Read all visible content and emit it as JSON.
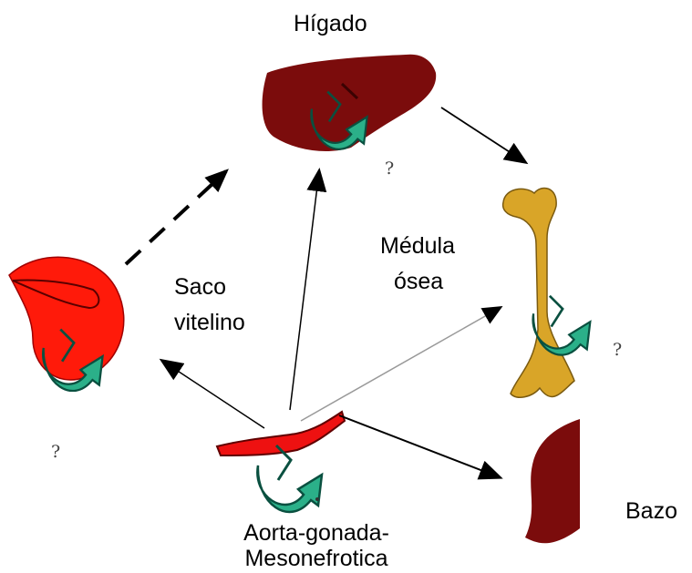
{
  "labels": {
    "liver": "Hígado",
    "yolk_sac_line1": "Saco",
    "yolk_sac_line2": "vitelino",
    "bone_marrow_line1": "Médula",
    "bone_marrow_line2": "ósea",
    "spleen": "Bazo",
    "agm_line1": "Aorta-gonada-",
    "agm_line2": "Mesonefrotica"
  },
  "question_marks": {
    "liver": "?",
    "yolk_sac": "?",
    "bone": "?"
  },
  "colors": {
    "liver": "#7b0c0c",
    "spleen": "#7b0c0c",
    "yolk_sac": "#ff1a0a",
    "aorta": "#ee1111",
    "bone": "#d9a528",
    "circular_arrow": "#22aa88",
    "arrows": "#000000"
  }
}
